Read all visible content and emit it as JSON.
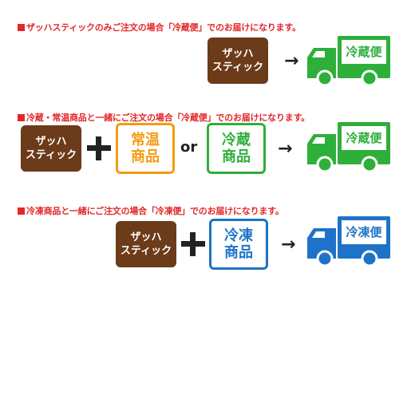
{
  "colors": {
    "title_red": "#e2272a",
    "zappa_brown": "#6b3b1a",
    "orange": "#f39c12",
    "green": "#2eaf3a",
    "blue": "#1e73c8"
  },
  "sections": [
    {
      "title": "ザッハスティックのみご注文の場合「冷蔵便」でのお届けになります。",
      "product_lines": [
        "ザッハ",
        "スティック"
      ],
      "arrow": "→",
      "truck_label": "冷蔵便"
    },
    {
      "title": "冷蔵・常温商品と一緒にご注文の場合「冷蔵便」でのお届けになります。",
      "product_lines": [
        "ザッハ",
        "スティック"
      ],
      "plus": "+",
      "ambient_lines": [
        "常温",
        "商品"
      ],
      "or": "or",
      "chilled_lines": [
        "冷蔵",
        "商品"
      ],
      "arrow": "→",
      "truck_label": "冷蔵便"
    },
    {
      "title": "冷凍商品と一緒にご注文の場合「冷凍便」でのお届けになります。",
      "product_lines": [
        "ザッハ",
        "スティック"
      ],
      "plus": "+",
      "frozen_lines": [
        "冷凍",
        "商品"
      ],
      "arrow": "→",
      "truck_label": "冷凍便"
    }
  ]
}
